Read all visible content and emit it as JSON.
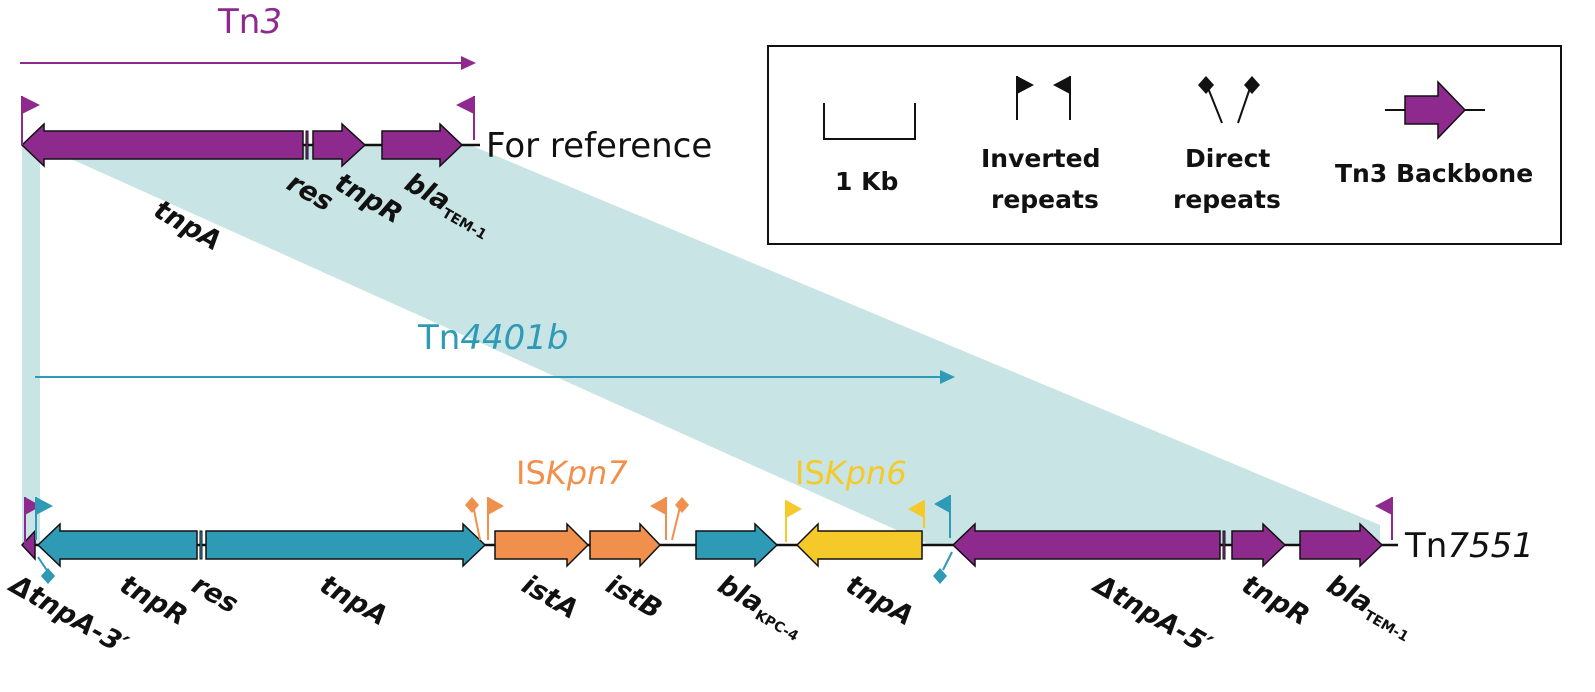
{
  "colors": {
    "tn3": "#8e2a8e",
    "tn4401": "#2e9ab6",
    "iskpn7": "#f0904c",
    "iskpn6": "#f5c92a",
    "shade": "#c9e4e4",
    "line": "#111111"
  },
  "top": {
    "title_prefix": "Tn",
    "title_suffix": "3",
    "side_label": "For reference",
    "genes": {
      "tnpA": "tnpA",
      "res": "res",
      "tnpR": "tnpR",
      "bla": "bla",
      "bla_sub": "TEM-1"
    }
  },
  "middle": {
    "title_prefix": "Tn",
    "title_suffix": "4401b"
  },
  "bottom": {
    "side_prefix": "Tn",
    "side_suffix": "7551",
    "iskpn7_prefix": "IS",
    "iskpn7_suffix": "Kpn7",
    "iskpn6_prefix": "IS",
    "iskpn6_suffix": "Kpn6",
    "genes": {
      "dtnpA3": "ΔtnpA-3′",
      "tnpR": "tnpR",
      "res": "res",
      "tnpA": "tnpA",
      "istA": "istA",
      "istB": "istB",
      "blaKPC": "bla",
      "blaKPC_sub": "KPC-4",
      "tnpA6": "tnpA",
      "dtnpA5": "ΔtnpA-5′",
      "tnpR2": "tnpR",
      "blaTEM": "bla",
      "blaTEM_sub": "TEM-1"
    }
  },
  "legend": {
    "scale_label": "1 Kb",
    "inverted_line1": "Inverted",
    "inverted_line2": "repeats",
    "direct_line1": "Direct",
    "direct_line2": "repeats",
    "backbone": "Tn3 Backbone"
  }
}
